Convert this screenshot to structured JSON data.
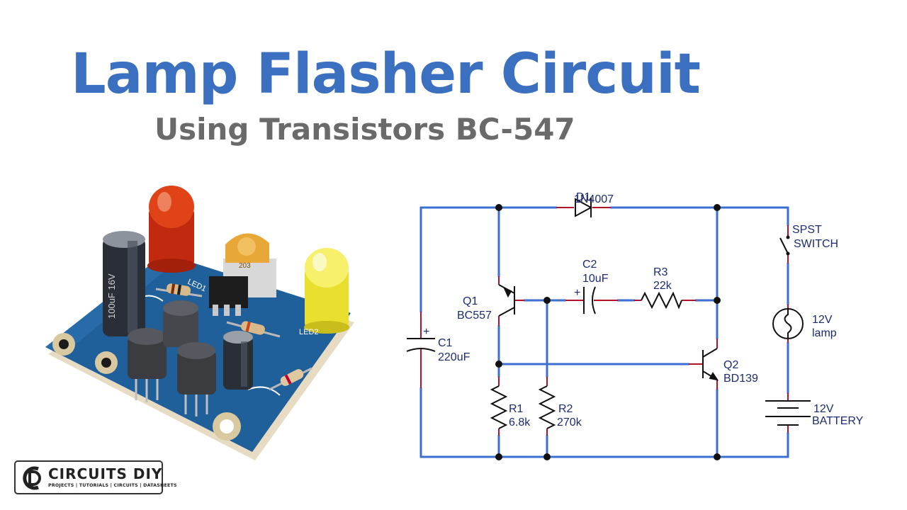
{
  "header": {
    "title": "Lamp Flasher Circuit",
    "subtitle": "Using Transistors BC-547"
  },
  "logo": {
    "name": "CIRCUITS DIY",
    "tagline": "PROJECTS | TUTORIALS | CIRCUITS | DATASHEETS"
  },
  "board": {
    "led1_label": "LED1",
    "led2_label": "LED2",
    "cap_marking": "100uF 16V",
    "trimmer_marking": "203"
  },
  "components": {
    "d1": {
      "ref": "D1",
      "value": "1N4007"
    },
    "c1": {
      "ref": "C1",
      "value": "220uF"
    },
    "c2": {
      "ref": "C2",
      "value": "10uF"
    },
    "r1": {
      "ref": "R1",
      "value": "6.8k"
    },
    "r2": {
      "ref": "R2",
      "value": "270k"
    },
    "r3": {
      "ref": "R3",
      "value": "22k"
    },
    "q1": {
      "ref": "Q1",
      "value": "BC557"
    },
    "q2": {
      "ref": "Q2",
      "value": "BD139"
    },
    "switch": {
      "line1": "SPST",
      "line2": "SWITCH"
    },
    "lamp": {
      "line1": "12V",
      "line2": "lamp"
    },
    "battery": {
      "line1": "12V",
      "line2": "BATTERY"
    },
    "polarity_mark": "+"
  },
  "colors": {
    "wire": "#3a6fd0",
    "lead": "#b3122a",
    "title": "#3b6fbf",
    "subtitle": "#6a6a6a",
    "label": "#1e2a70"
  }
}
